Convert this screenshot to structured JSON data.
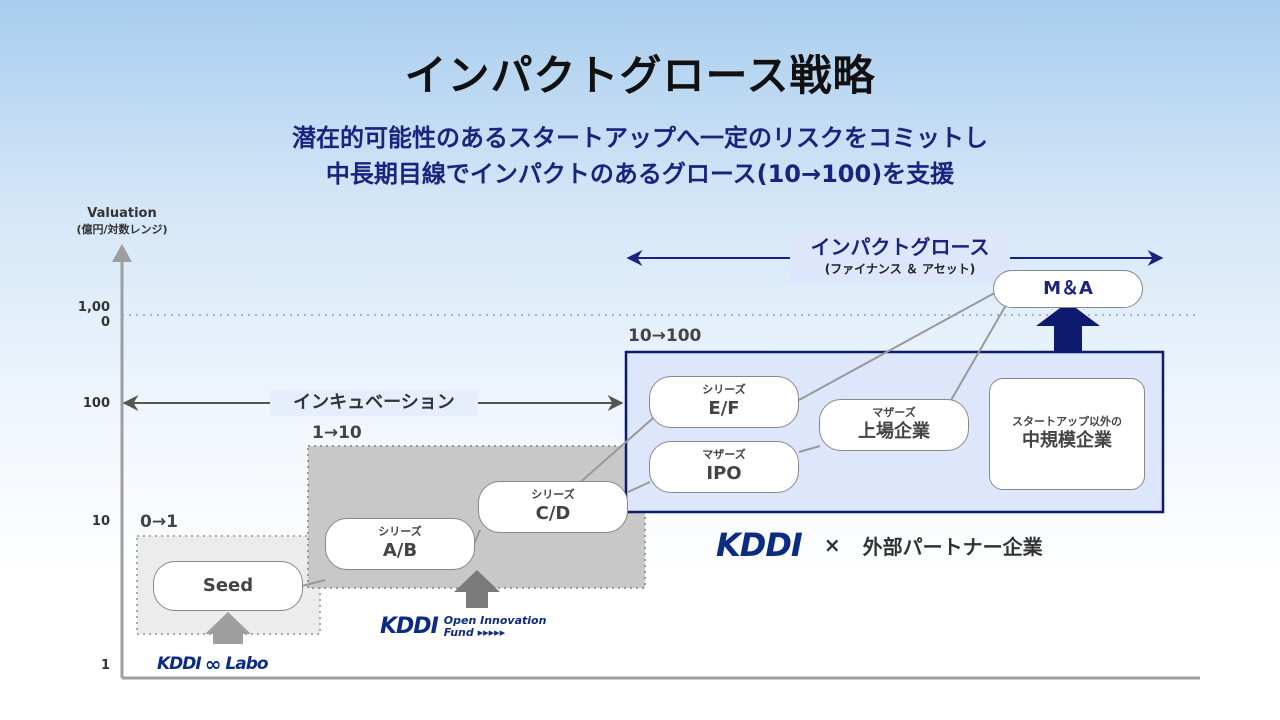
{
  "title": "インパクトグロース戦略",
  "subtitle_line1": "潜在的可能性のあるスタートアップへ一定のリスクをコミットし",
  "subtitle_line2": "中長期目線でインパクトのあるグロース(10→100)を支援",
  "y_axis": {
    "label_line1": "Valuation",
    "label_line2": "(億円/対数レンジ)",
    "ticks": [
      {
        "label_line1": "1,00",
        "label_line2": "0"
      },
      {
        "label_line1": "100"
      },
      {
        "label_line1": "10"
      },
      {
        "label_line1": "1"
      }
    ]
  },
  "phases": {
    "incubation": "インキュベーション",
    "impact_growth_line1": "インパクトグロース",
    "impact_growth_line2": "(ファイナンス ＆ アセット)"
  },
  "zones": {
    "zero_to_one": "0→1",
    "one_to_ten": "1→10",
    "ten_to_hundred": "10→100"
  },
  "stages": {
    "seed": "Seed",
    "series_ab_small": "シリーズ",
    "series_ab_big": "A/B",
    "series_cd_small": "シリーズ",
    "series_cd_big": "C/D",
    "series_ef_small": "シリーズ",
    "series_ef_big": "E/F",
    "ipo_small": "マザーズ",
    "ipo_big": "IPO",
    "listed_small": "マザーズ",
    "listed_big": "上場企業",
    "midsize_small": "スタートアップ以外の",
    "midsize_big": "中規模企業",
    "ma": "M＆A"
  },
  "logos": {
    "labo_kddi": "KDDI",
    "labo_mark": "∞",
    "labo_name": "Labo",
    "fund_kddi": "KDDI",
    "fund_line1": "Open Innovation",
    "fund_line2": "Fund ▸▸▸▸▸",
    "partner_kddi": "KDDI",
    "partner_cross": "×",
    "partner_text": "外部パートナー企業"
  },
  "colors": {
    "navy": "#1a237e",
    "dark_navy": "#0d1a6e",
    "axis_gray": "#9e9e9e",
    "zone_gray": "#c8c8c8",
    "zone_light": "#ececec",
    "box_fill": "#dde6fb"
  }
}
